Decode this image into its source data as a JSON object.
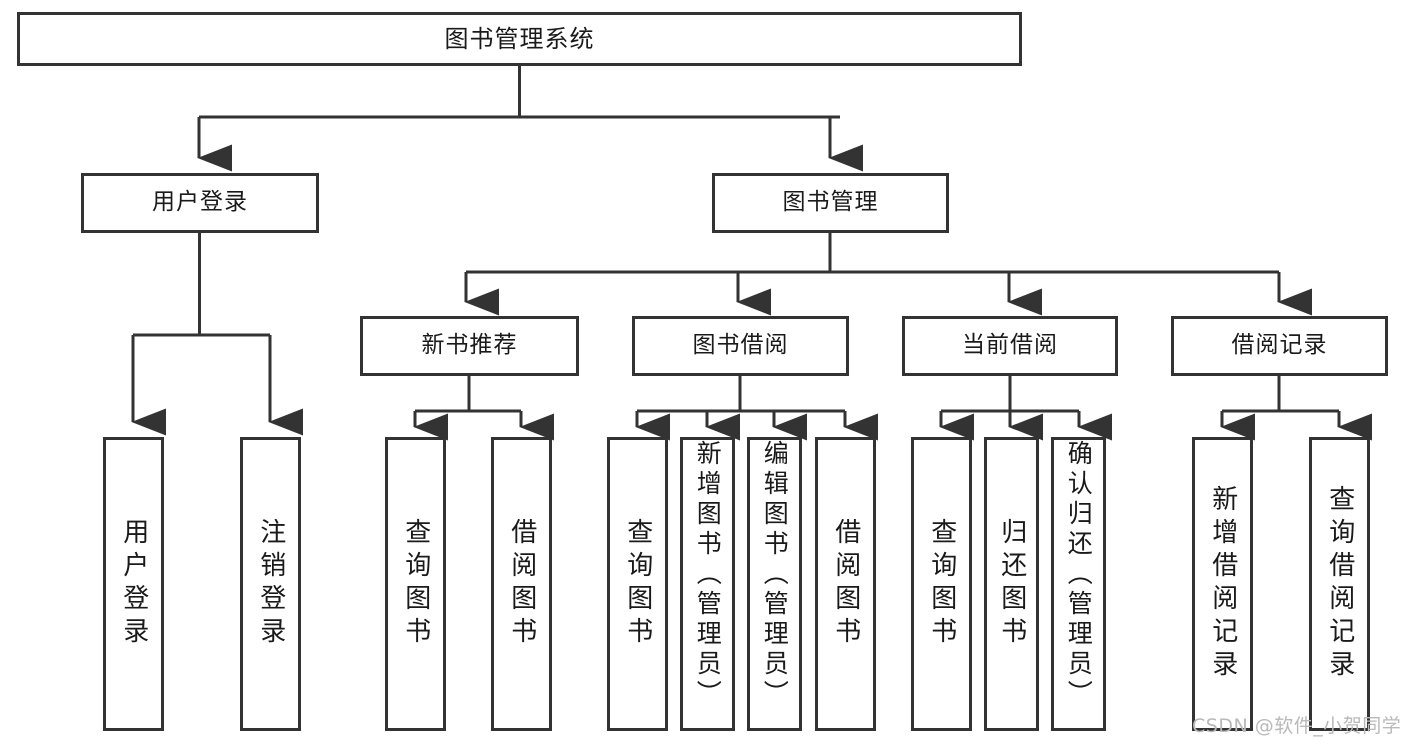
{
  "diagram": {
    "type": "tree",
    "title": "图书管理系统",
    "orientation": "top-down",
    "colors": {
      "node_border": "#333333",
      "node_fill": "#ffffff",
      "connector": "#333333",
      "watermark": "#b9b9b9",
      "background": "#ffffff"
    },
    "root": {
      "label": "图书管理系统"
    },
    "level2": [
      {
        "label": "用户登录"
      },
      {
        "label": "图书管理"
      }
    ],
    "level3": [
      {
        "label": "新书推荐"
      },
      {
        "label": "图书借阅"
      },
      {
        "label": "当前借阅"
      },
      {
        "label": "借阅记录"
      }
    ],
    "leaves": {
      "user_login": [
        {
          "label": "用户登录"
        },
        {
          "label": "注销登录"
        }
      ],
      "new_book_recommend": [
        {
          "label": "查询图书"
        },
        {
          "label": "借阅图书"
        }
      ],
      "book_borrow": [
        {
          "label": "查询图书"
        },
        {
          "label": "新增图书（管理员）"
        },
        {
          "label": "编辑图书（管理员）"
        },
        {
          "label": "借阅图书"
        }
      ],
      "current_borrow": [
        {
          "label": "查询图书"
        },
        {
          "label": "归还图书"
        },
        {
          "label": "确认归还（管理员）"
        }
      ],
      "borrow_record": [
        {
          "label": "新增借阅记录"
        },
        {
          "label": "查询借阅记录"
        }
      ]
    }
  },
  "watermark": {
    "text": "CSDN @软件_小贺同学"
  }
}
